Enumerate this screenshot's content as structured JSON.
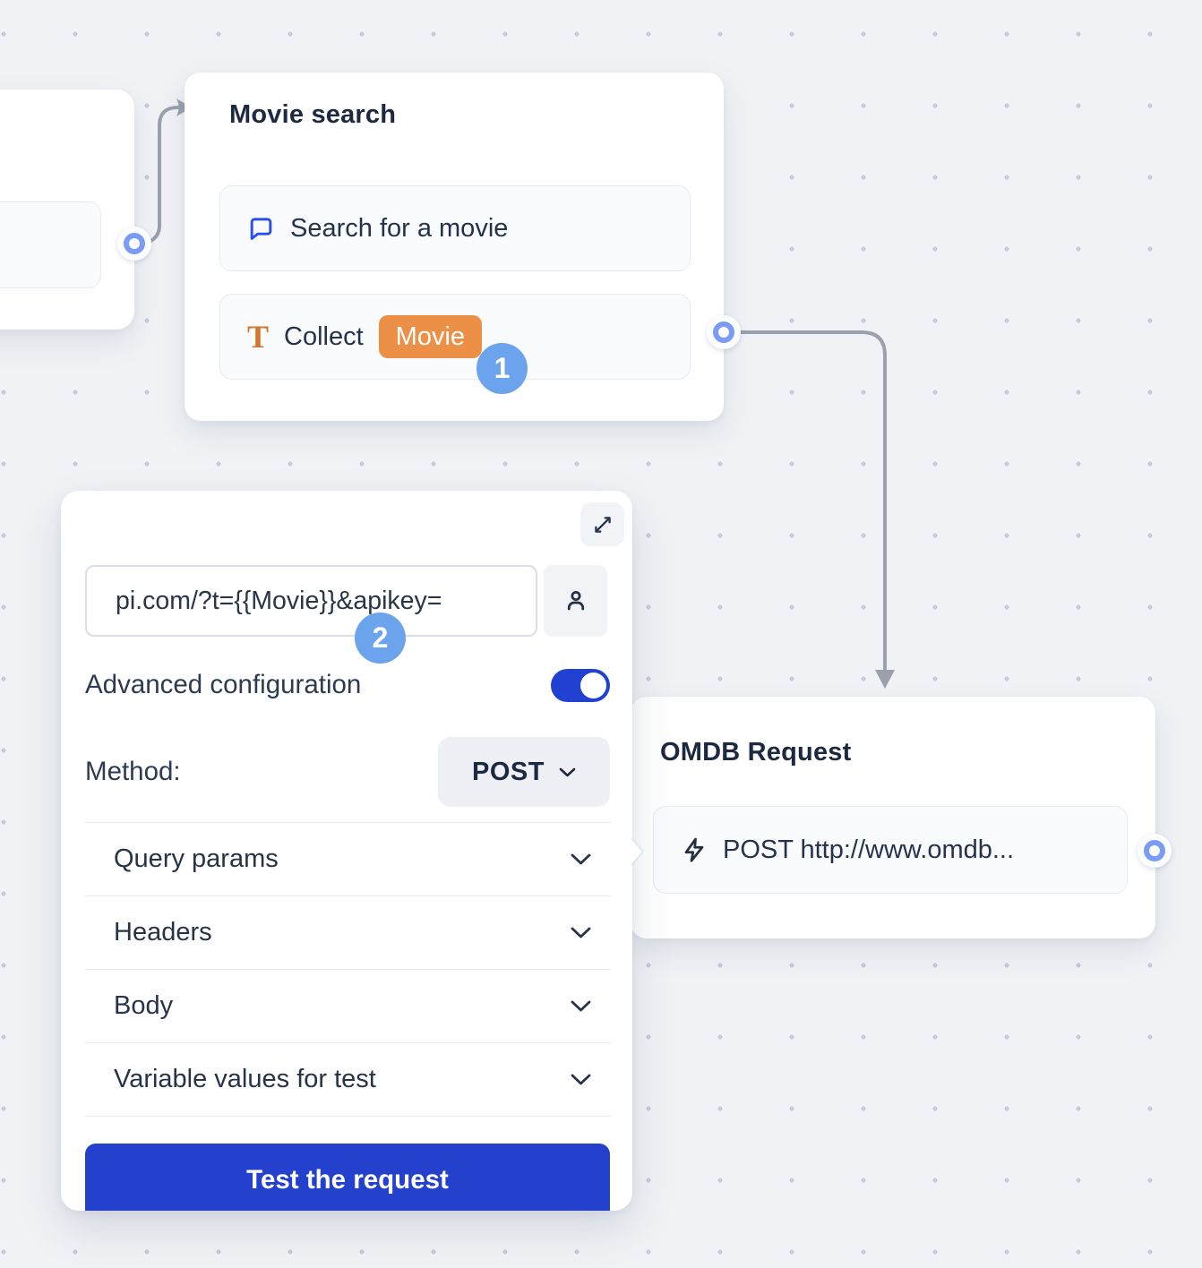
{
  "canvas": {
    "background": "#f0f2f5",
    "dot_color": "#c5cbd8"
  },
  "colors": {
    "accent_blue": "#2341cd",
    "badge_blue": "#6ba4ec",
    "port_blue": "#7b9cf4",
    "variable_orange": "#eb9046",
    "connector_gray": "#9aa1ad"
  },
  "nodes": {
    "movie_search": {
      "title": "Movie search",
      "items": [
        {
          "icon": "chat-bubble-icon",
          "label": "Search for a movie"
        },
        {
          "icon": "text-input-icon",
          "label": "Collect",
          "badge": "Movie"
        }
      ]
    },
    "omdb_request": {
      "title": "OMDB Request",
      "items": [
        {
          "icon": "lightning-icon",
          "label": "POST http://www.omdb..."
        }
      ]
    }
  },
  "panel": {
    "url_value": "pi.com/?t={{Movie}}&apikey=",
    "advanced_label": "Advanced configuration",
    "advanced_on": true,
    "method_label": "Method:",
    "method_value": "POST",
    "sections": [
      "Query params",
      "Headers",
      "Body",
      "Variable values for test"
    ],
    "test_button_label": "Test the request"
  },
  "badges": {
    "step1": "1",
    "step2": "2"
  }
}
